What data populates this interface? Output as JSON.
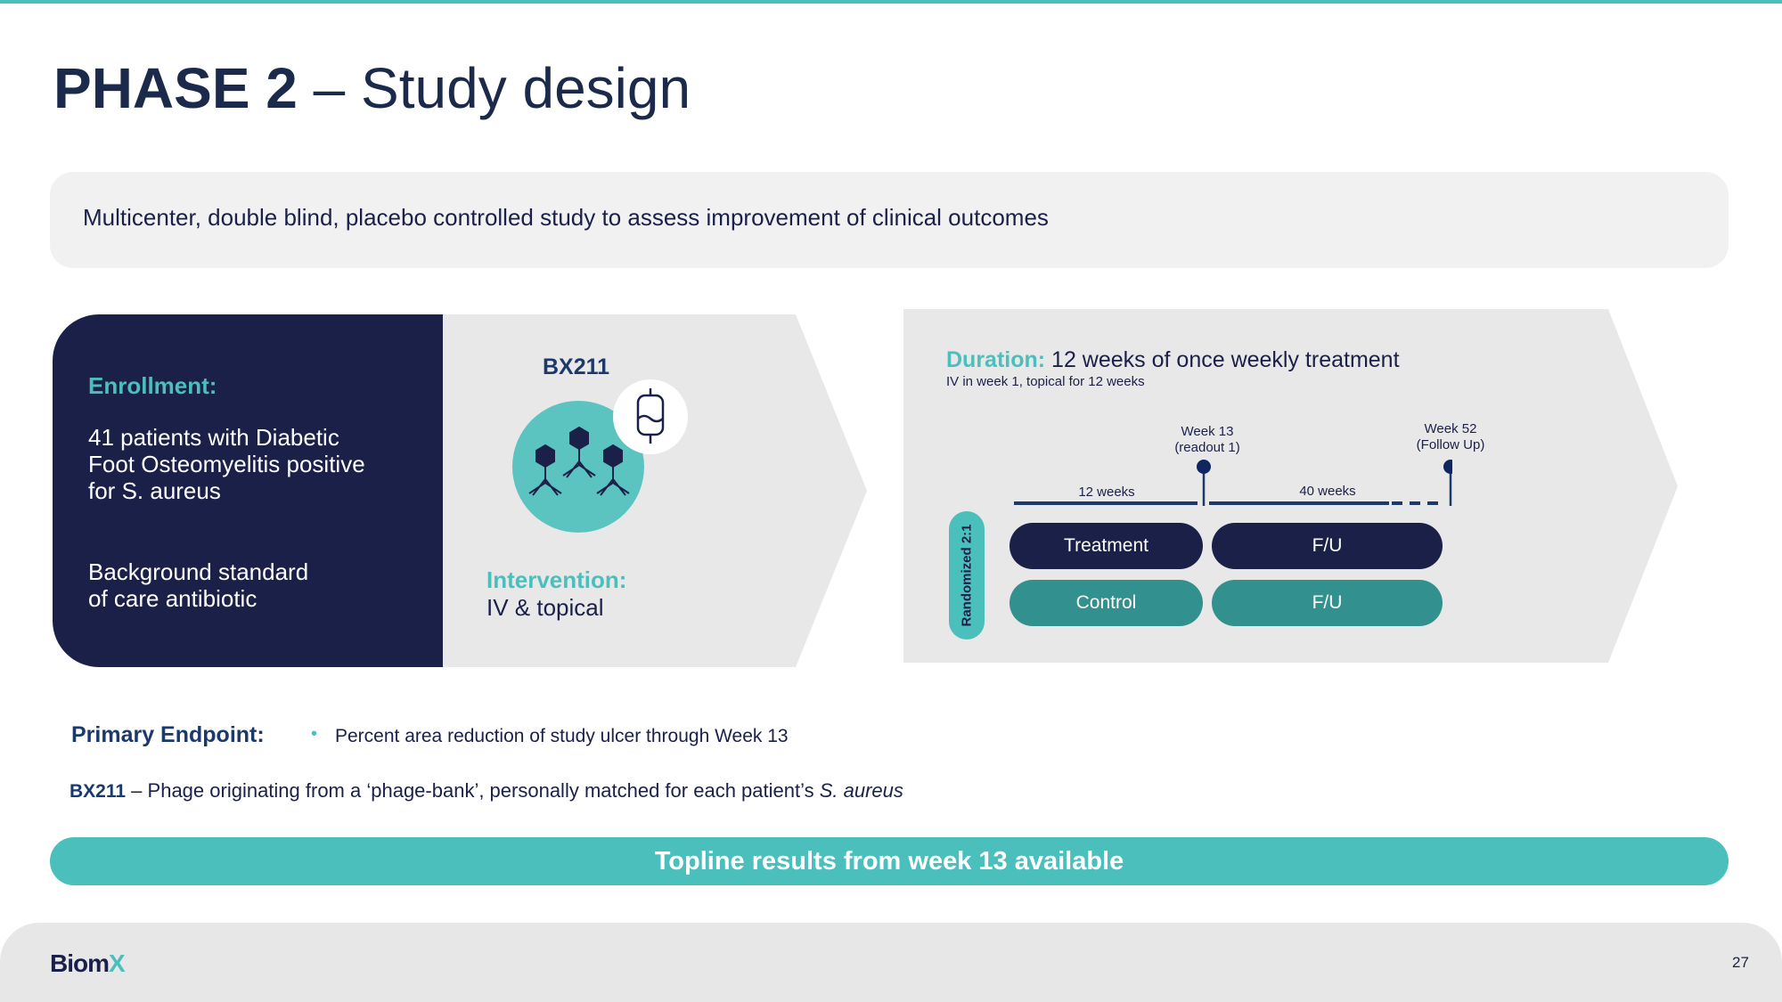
{
  "title": {
    "bold": "PHASE 2",
    "rest": " – Study design"
  },
  "banner": "Multicenter, double blind, placebo controlled study to assess improvement of clinical outcomes",
  "enrollment": {
    "heading": "Enrollment:",
    "line1": "41 patients with Diabetic",
    "line2": "Foot Osteomyelitis positive",
    "line3": "for S. aureus",
    "bg1": "Background standard",
    "bg2": "of care antibiotic"
  },
  "intervention": {
    "drug": "BX211",
    "heading": "Intervention:",
    "text": "IV & topical"
  },
  "duration": {
    "heading": "Duration:",
    "text": " 12 weeks of once weekly treatment",
    "sub": "IV in week 1, topical for 12 weeks"
  },
  "timeline": {
    "week13": "Week 13",
    "week13_sub": "(readout 1)",
    "week52": "Week 52",
    "week52_sub": "(Follow Up)",
    "seg1": "12 weeks",
    "seg2": "40 weeks",
    "randomized": "Randomized 2:1",
    "treatment": "Treatment",
    "control": "Control",
    "fu1": "F/U",
    "fu2": "F/U"
  },
  "endpoint": {
    "label": "Primary Endpoint:",
    "bullet": "•",
    "text": "Percent area reduction of study ulcer through Week 13"
  },
  "bx_note": {
    "name": "BX211",
    "dash": " – ",
    "text": "Phage originating from a ‘phage-bank’, personally matched for each patient’s ",
    "italic": "S. aureus"
  },
  "topline": "Topline results from week 13 available",
  "footer": {
    "logo_a": "Biom",
    "logo_b": "X",
    "page": "27"
  },
  "colors": {
    "navy": "#1b2049",
    "teal": "#4bbfbb",
    "dark_teal": "#32908e",
    "gray": "#e8e8e8"
  }
}
